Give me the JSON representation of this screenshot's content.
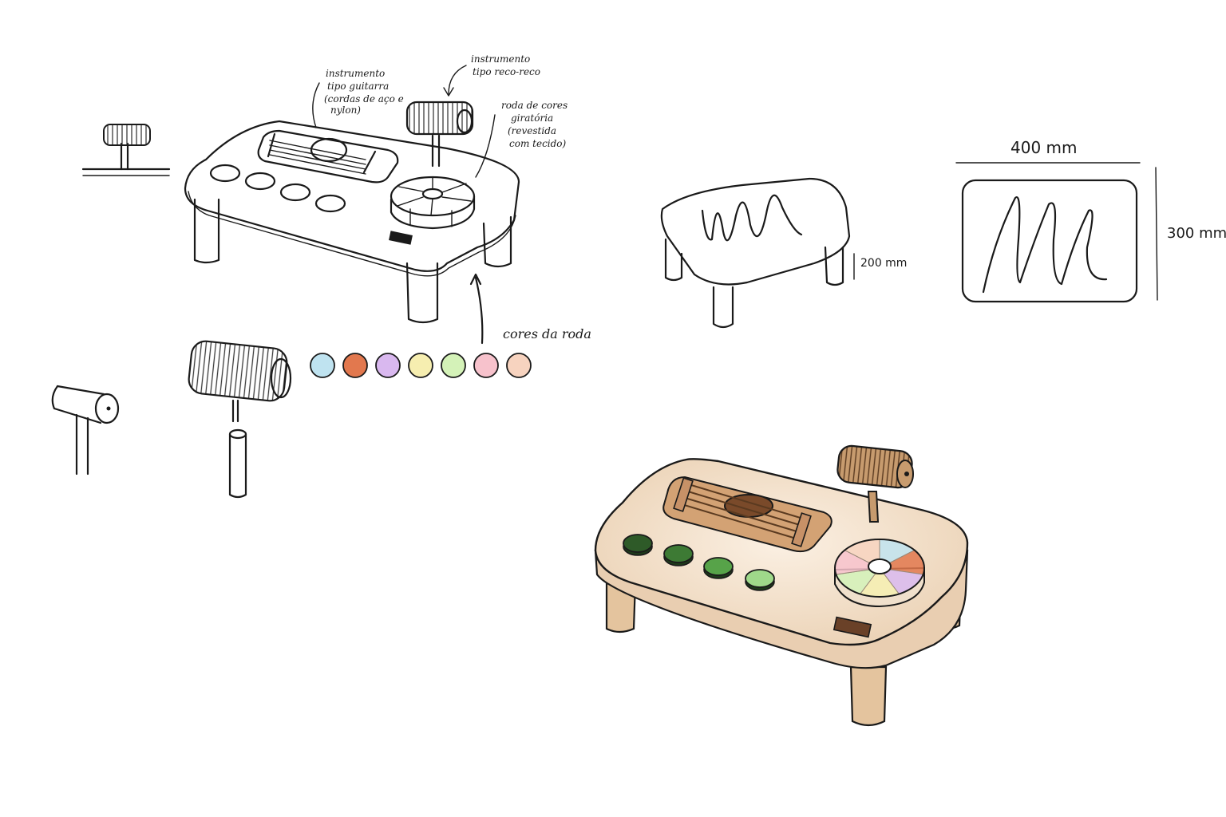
{
  "annotations": {
    "guitar": [
      "instrumento",
      "tipo guitarra",
      "(cordas de aço e",
      "nylon)"
    ],
    "reco": [
      "instrumento",
      "tipo reco-reco"
    ],
    "wheel": [
      "roda de cores",
      "giratória",
      "(revestida",
      "com tecido)"
    ],
    "wheel_colors_label": "cores da roda"
  },
  "dimensions": {
    "width": "400 mm",
    "depth": "300 mm",
    "height": "200 mm"
  },
  "wheel_colors": [
    "#bfe3f0",
    "#e2784e",
    "#d9b8ef",
    "#f6eeb0",
    "#d4f2b8",
    "#f7c2cc",
    "#f7d3bf"
  ],
  "colors": {
    "wood_top": "#f3dcc4",
    "wood_leg": "#e4c49e",
    "fretboard": "#d3a274",
    "sound_hole": "#7a4a2a",
    "button_shades": [
      "#2e5a28",
      "#3d7a34",
      "#57a349",
      "#9fd98a"
    ],
    "badge": "#6a4128"
  }
}
